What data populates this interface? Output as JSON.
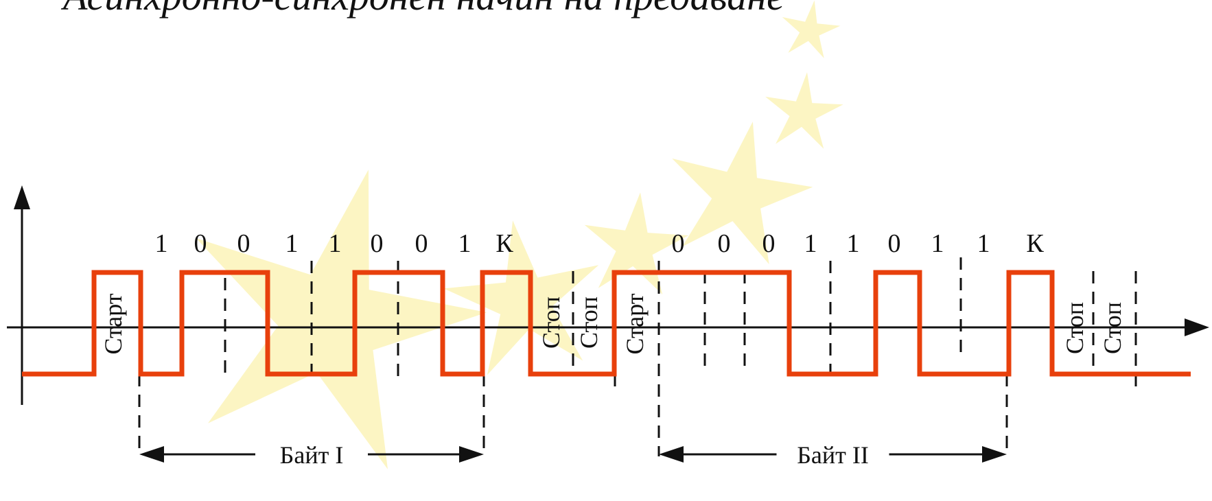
{
  "title": "Асинхронно-синхронен начин на предаване",
  "byte1": {
    "bits": [
      "1",
      "0",
      "0",
      "1",
      "1",
      "0",
      "0",
      "1"
    ],
    "check_label": "К",
    "start_label": "Старт",
    "stop_labels": [
      "Стоп",
      "Стоп"
    ],
    "span_label": "Байт I"
  },
  "byte2": {
    "bits": [
      "0",
      "0",
      "0",
      "1",
      "1",
      "0",
      "1",
      "1"
    ],
    "check_label": "К",
    "start_label": "Старт",
    "stop_labels": [
      "Стоп",
      "Стоп"
    ],
    "span_label": "Байт II"
  },
  "colors": {
    "signal": "#e8400c",
    "axis": "#111111",
    "watermark_star": "#fbf3b8"
  }
}
